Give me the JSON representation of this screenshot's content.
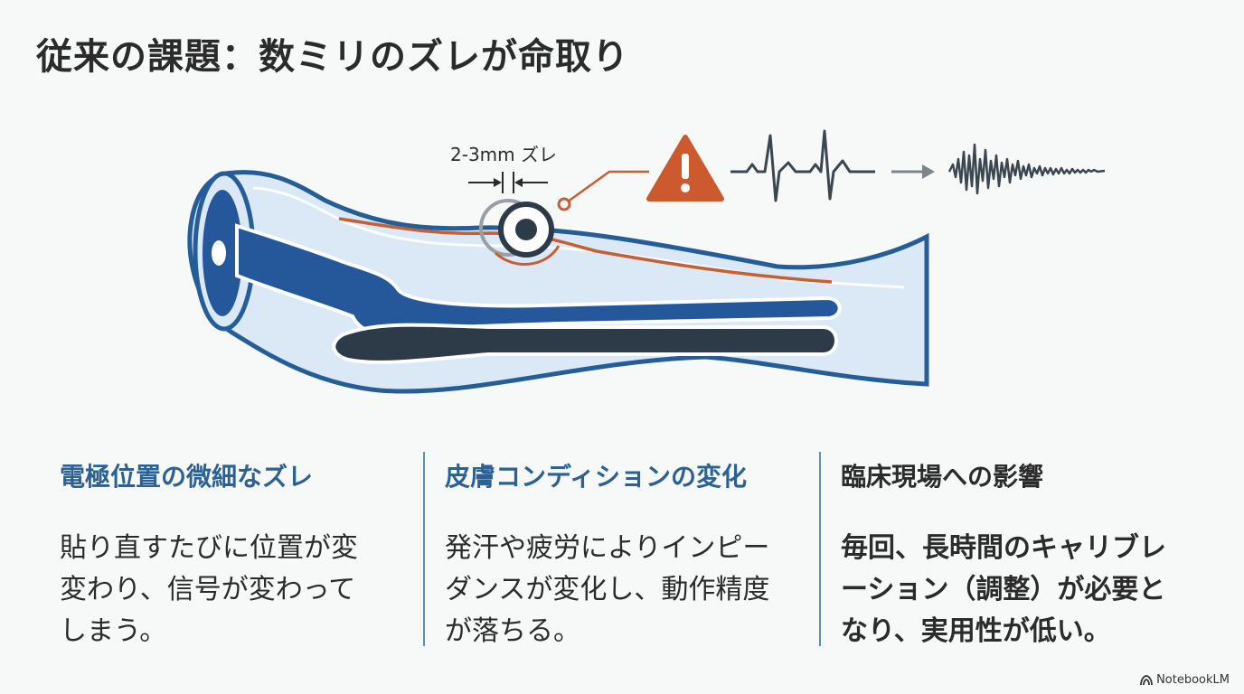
{
  "title": "従来の課題：数ミリのズレが命取り",
  "diagram": {
    "shift_label": "2-3mm ズレ",
    "warning_icon": "warning-triangle-icon",
    "colors": {
      "skin": "#dbe8f6",
      "outline": "#245d97",
      "bone": "#24589a",
      "muscle": "#2d3b48",
      "nerve": "#c75f34",
      "warning": "#cc5a2e",
      "signal": "#3b4650"
    }
  },
  "columns": [
    {
      "heading": "電極位置の微細なズレ",
      "lines": [
        "貼り直すたびに位置が変",
        "変わり、信号が変わって",
        "しまう。"
      ]
    },
    {
      "heading": "皮膚コンディションの変化",
      "lines": [
        "発汗や疲労によりインピー",
        "ダンスが変化し、動作精度",
        "が落ちる。"
      ]
    },
    {
      "heading": "臨床現場への影響",
      "lines": [
        "毎回、長時間のキャリブレ",
        "ーション（調整）が必要と",
        "なり、実用性が低い。"
      ]
    }
  ],
  "brand": "NotebookLM"
}
